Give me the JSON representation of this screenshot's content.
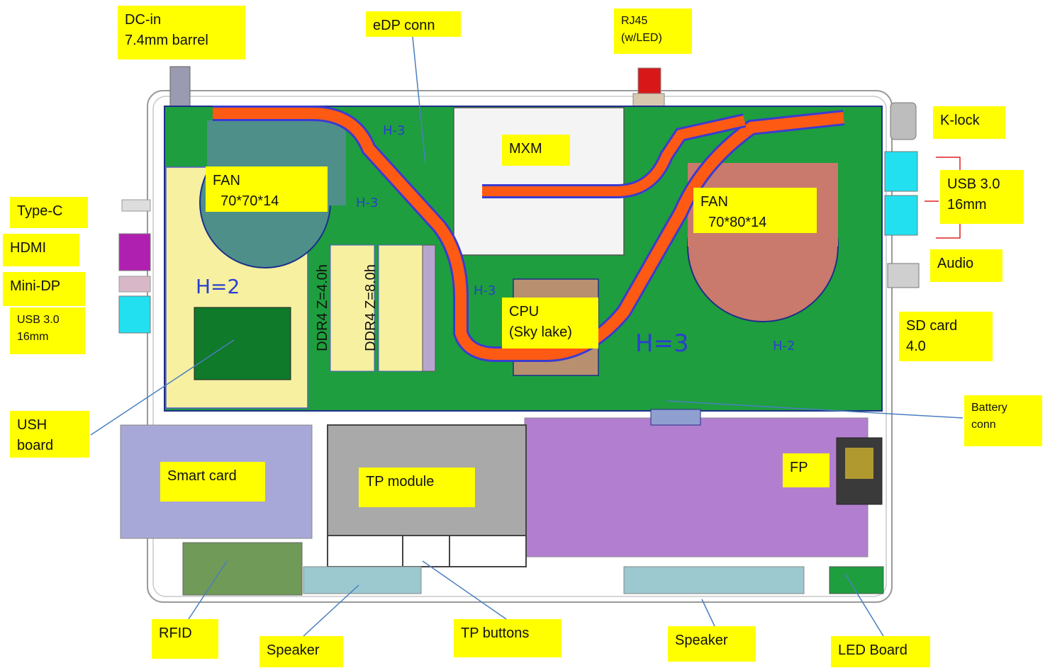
{
  "callouts": {
    "dc_in": "DC-in\n7.4mm barrel",
    "edp": "eDP conn",
    "rj45": "RJ45\n(w/LED)",
    "klock": "K-lock",
    "usb30_right": "USB 3.0\n16mm",
    "audio": "Audio",
    "sdcard": "SD card\n4.0",
    "battery": "Battery\nconn",
    "fp": "FP",
    "led_board": "LED Board",
    "speaker_right": "Speaker",
    "tp_buttons": "TP buttons",
    "speaker_left": "Speaker",
    "rfid": "RFID",
    "smart_card": "Smart card",
    "tp_module": "TP module",
    "ush_board": "USH\nboard",
    "usb30_left": "USB 3.0\n16mm",
    "minidp": "Mini-DP",
    "hdmi": "HDMI",
    "typec": "Type-C",
    "fan_left": "FAN\n  70*70*14",
    "fan_right": "FAN\n  70*80*14",
    "mxm": "MXM",
    "cpu": "CPU\n(Sky lake)",
    "ddr4_a": "DDR4 Z=4.0h",
    "ddr4_b": "DDR4 Z=8.0h"
  },
  "board_marks": {
    "h2_left": "H=2",
    "h3_main": "H=3",
    "h3_top": "H-3",
    "h3_mid": "H-3",
    "h3_cpu": "H-3",
    "h2_right": "H-2"
  },
  "colors": {
    "label_bg": "#ffff00",
    "pcb_green": "#1e9e3e",
    "heatpipe": "#ff5a14",
    "heatpipe_outline": "#3b3bd0",
    "fan_left": "#4e8f8a",
    "fan_right": "#c97a6c",
    "palmrest": "#b27fd0",
    "tp_module": "#a9a9a9",
    "leader_line": "#4a7fbf",
    "usb_cyan": "#22e0f0",
    "hdmi_magenta": "#b020b0",
    "chassis_outline": "#9a9a9a"
  }
}
